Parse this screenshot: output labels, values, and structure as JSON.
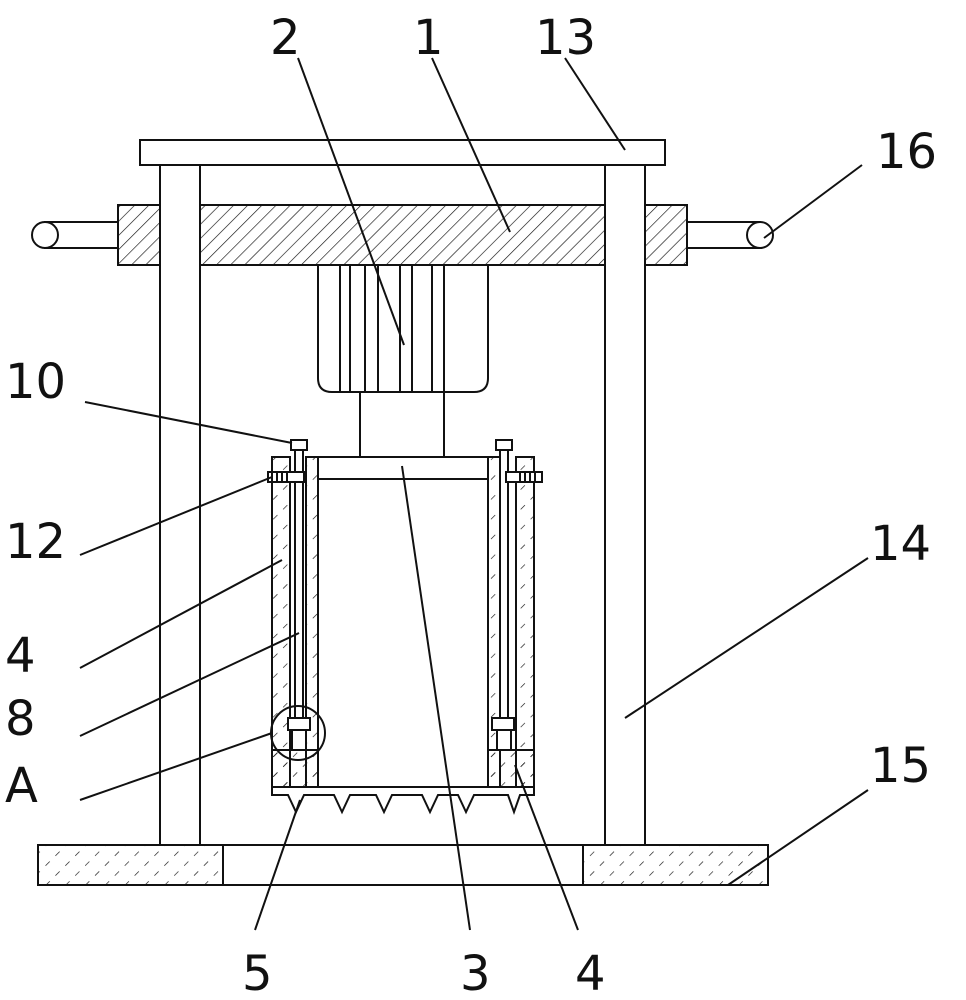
{
  "labels": {
    "l2": "2",
    "l1": "1",
    "l13": "13",
    "l16": "16",
    "l10": "10",
    "l12": "12",
    "l14": "14",
    "l4a": "4",
    "l8": "8",
    "lA": "A",
    "l15": "15",
    "l5": "5",
    "l3": "3",
    "l4b": "4"
  }
}
